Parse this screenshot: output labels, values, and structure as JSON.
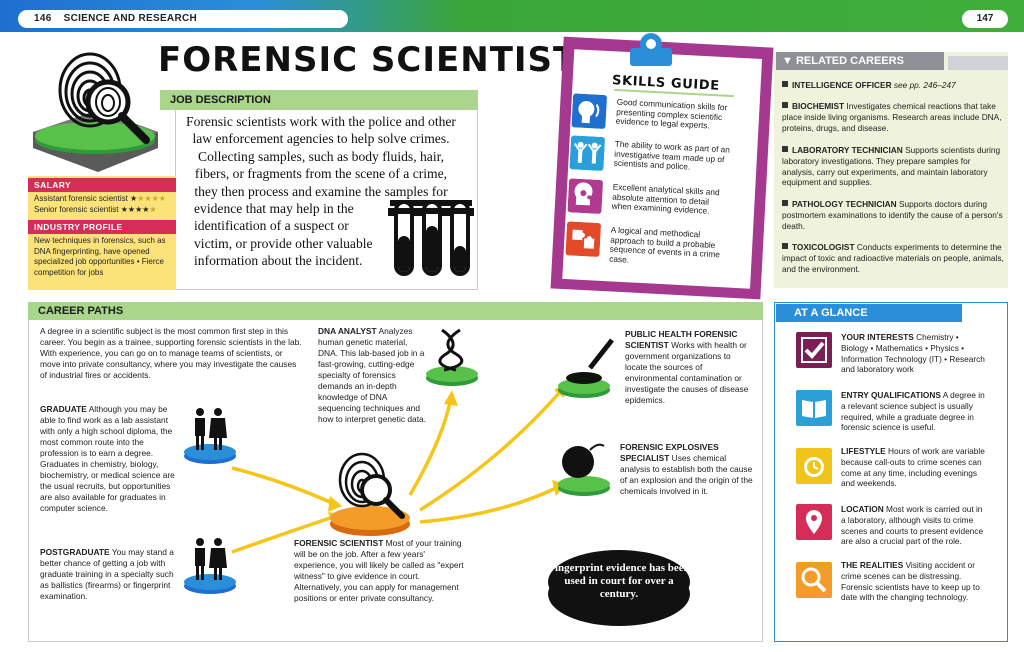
{
  "header": {
    "page_left": "146",
    "section": "SCIENCE AND RESEARCH",
    "page_right": "147"
  },
  "title": "FORENSIC SCIENTIST",
  "job_description": {
    "heading": "JOB DESCRIPTION",
    "lines": [
      "Forensic scientists work with the police and other",
      "law enforcement agencies to help solve crimes.",
      "Collecting samples, such as body fluids, hair,",
      "fibers, or fragments from the scene of a crime,",
      "they then process and examine the samples for",
      "evidence that may help in the",
      "identification of a suspect or",
      "victim, or provide other valuable",
      "information about the incident."
    ]
  },
  "salary": {
    "heading": "SALARY",
    "assistant": "Assistant forensic scientist",
    "assistant_stars_on": "★",
    "assistant_stars_off": "★★★★",
    "senior": "Senior forensic scientist",
    "senior_stars_on": "★★★★",
    "senior_stars_off": "★"
  },
  "industry": {
    "heading": "INDUSTRY PROFILE",
    "text": "New techniques in forensics, such as DNA fingerprinting, have opened specialized job opportunities • Fierce competition for jobs"
  },
  "skills": {
    "title": "SKILLS GUIDE",
    "items": [
      {
        "icon": "speaking-head-icon",
        "color": "#1e6fd0",
        "text": "Good communication skills for presenting complex scientific evidence to legal experts."
      },
      {
        "icon": "team-people-icon",
        "color": "#2a9fd8",
        "text": "The ability to work as part of an investigative team made up of scientists and police."
      },
      {
        "icon": "brain-gears-icon",
        "color": "#b03a8f",
        "text": "Excellent analytical skills and absolute attention to detail when examining evidence."
      },
      {
        "icon": "puzzle-icon",
        "color": "#e24a2a",
        "text": "A logical and methodical approach to build a probable sequence of events in a crime case."
      }
    ]
  },
  "related_careers": {
    "heading": "RELATED CAREERS",
    "items": [
      {
        "name": "INTELLIGENCE OFFICER",
        "text": "see pp. 246–247"
      },
      {
        "name": "BIOCHEMIST",
        "text": "Investigates chemical reactions that take place inside living organisms. Research areas include DNA, proteins, drugs, and disease."
      },
      {
        "name": "LABORATORY TECHNICIAN",
        "text": "Supports scientists during laboratory investigations. They prepare samples for analysis, carry out experiments, and maintain laboratory equipment and supplies."
      },
      {
        "name": "PATHOLOGY TECHNICIAN",
        "text": "Supports doctors during postmortem examinations to identify the cause of a person's death."
      },
      {
        "name": "TOXICOLOGIST",
        "text": "Conducts experiments to determine the impact of toxic and radioactive materials on people, animals, and the environment."
      }
    ]
  },
  "career_paths": {
    "heading": "CAREER PATHS",
    "intro": "A degree in a scientific subject is the most common first step in this career. You begin as a trainee, supporting forensic scientists in the lab. With experience, you can go on to manage teams of scientists, or move into private consultancy, where you may investigate the causes of industrial fires or accidents.",
    "graduate_label": "GRADUATE",
    "graduate_text": "Although you may be able to find work as a lab assistant with only a high school diploma, the most common route into the profession is to earn a degree. Graduates in chemistry, biology, biochemistry, or medical science are the usual recruits, but opportunities are also available for graduates in computer science.",
    "postgraduate_label": "POSTGRADUATE",
    "postgraduate_text": "You may stand a better chance of getting a job with graduate training in a specialty such as ballistics (firearms) or fingerprint examination.",
    "dna_label": "DNA ANALYST",
    "dna_text": "Analyzes human genetic material, DNA. This lab-based job in a fast-growing, cutting-edge specialty of forensics demands an in-depth knowledge of DNA sequencing techniques and how to interpret genetic data.",
    "forensic_label": "FORENSIC SCIENTIST",
    "forensic_text": "Most of your training will be on the job. After a few years' experience, you will likely be called as \"expert witness\" to give evidence in court. Alternatively, you can apply for management positions or enter private consultancy.",
    "public_label": "PUBLIC HEALTH FORENSIC SCIENTIST",
    "public_text": "Works with health or government organizations to locate the sources of environmental contamination or investigate the causes of disease epidemics.",
    "explosives_label": "FORENSIC EXPLOSIVES SPECIALIST",
    "explosives_text": "Uses chemical analysis to establish both the cause of an explosion and the origin of the chemicals involved in it.",
    "fact": "Fingerprint evidence has been used in court for over a century."
  },
  "at_a_glance": {
    "heading": "AT A GLANCE",
    "items": [
      {
        "icon": "checkmark-icon",
        "color": "#7a1f56",
        "label": "YOUR INTERESTS",
        "text": "Chemistry • Biology • Mathematics • Physics • Information Technology (IT) • Research and laboratory work"
      },
      {
        "icon": "open-book-icon",
        "color": "#2a9fd8",
        "label": "ENTRY QUALIFICATIONS",
        "text": "A degree in a relevant science subject is usually required, while a graduate degree in forensic science is useful."
      },
      {
        "icon": "alarm-clock-icon",
        "color": "#f0c419",
        "label": "LIFESTYLE",
        "text": "Hours of work are variable because call-outs to crime scenes can come at any time, including evenings and weekends."
      },
      {
        "icon": "location-pin-icon",
        "color": "#d62c5a",
        "label": "LOCATION",
        "text": "Most work is carried out in a laboratory, although visits to crime scenes and courts to present evidence are also a crucial part of the role."
      },
      {
        "icon": "magnifier-icon",
        "color": "#f39c2a",
        "label": "THE REALITIES",
        "text": "Visiting accident or crime scenes can be distressing. Forensic scientists have to keep up to date with the changing technology."
      }
    ]
  }
}
